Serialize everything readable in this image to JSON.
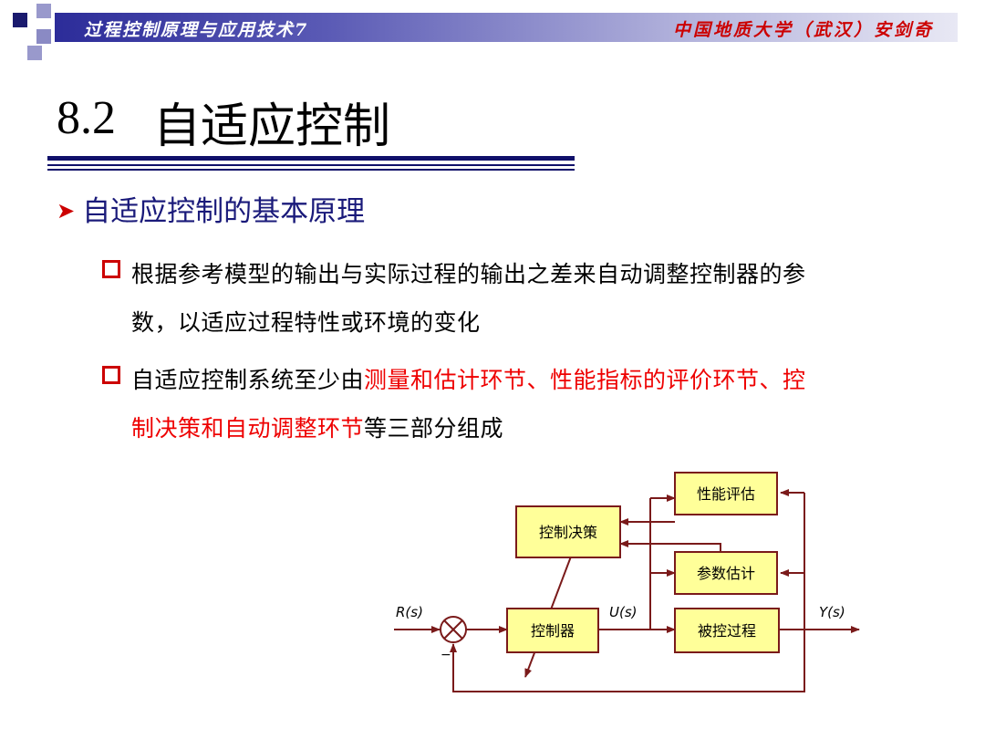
{
  "header": {
    "course_title": "过程控制原理与应用技术7",
    "institution": "中国地质大学（武汉）安剑奇"
  },
  "slide": {
    "section_number": "8.2",
    "title": "自适应控制",
    "heading": "自适应控制的基本原理",
    "point1": {
      "line1": "根据参考模型的输出与实际过程的输出之差来自动调整控制器的参",
      "line2": "数，以适应过程特性或环境的变化"
    },
    "point2": {
      "line1_a": "自适应控制系统至少由",
      "line1_red": "测量和估计环节、性能指标的评价环节、控",
      "line2_red": "制决策和自动调整环节",
      "line2_b": "等三部分组成"
    }
  },
  "diagram": {
    "blocks": {
      "performance_eval": "性能评估",
      "control_decision": "控制决策",
      "param_estimate": "参数估计",
      "controller": "控制器",
      "process": "被控过程"
    },
    "signals": {
      "reference": "R(s)",
      "control": "U(s)",
      "output": "Y(s)",
      "minus": "−"
    }
  },
  "colors": {
    "header_gradient_start": "#2c2c99",
    "header_right_text": "#cc0000",
    "heading_text": "#1a1a7a",
    "highlight_red": "#ee0000",
    "block_fill": "#ffff99",
    "diagram_line": "#7a1a1a"
  }
}
